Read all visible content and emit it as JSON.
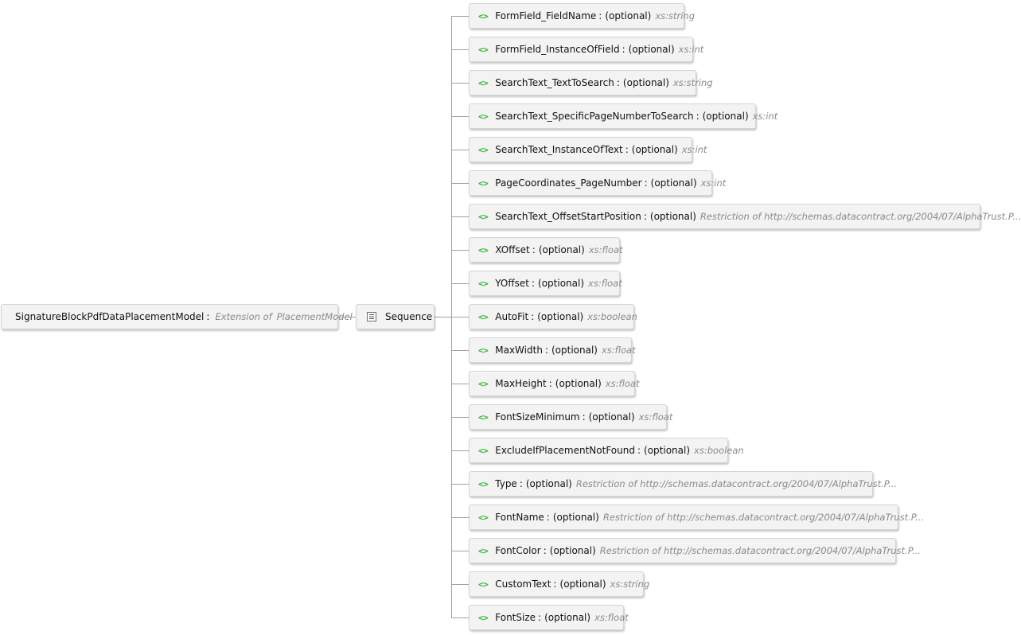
{
  "root": {
    "name": "SignatureBlockPdfDataPlacementModel",
    "separator": ":",
    "extension_label": "Extension of",
    "base": "PlacementModel",
    "icon": "complex-type-extension-icon"
  },
  "sequence": {
    "label": "Sequence",
    "icon": "sequence-icon"
  },
  "element_icon": "<>",
  "separator": ":",
  "elements": [
    {
      "name": "FormField_FieldName",
      "occurrence": "(optional)",
      "type": "xs:string"
    },
    {
      "name": "FormField_InstanceOfField",
      "occurrence": "(optional)",
      "type": "xs:int"
    },
    {
      "name": "SearchText_TextToSearch",
      "occurrence": "(optional)",
      "type": "xs:string"
    },
    {
      "name": "SearchText_SpecificPageNumberToSearch",
      "occurrence": "(optional)",
      "type": "xs:int"
    },
    {
      "name": "SearchText_InstanceOfText",
      "occurrence": "(optional)",
      "type": "xs:int"
    },
    {
      "name": "PageCoordinates_PageNumber",
      "occurrence": "(optional)",
      "type": "xs:int"
    },
    {
      "name": "SearchText_OffsetStartPosition",
      "occurrence": "(optional)",
      "type": "Restriction of http://schemas.datacontract.org/2004/07/AlphaTrust.P..."
    },
    {
      "name": "XOffset",
      "occurrence": "(optional)",
      "type": "xs:float"
    },
    {
      "name": "YOffset",
      "occurrence": "(optional)",
      "type": "xs:float"
    },
    {
      "name": "AutoFit",
      "occurrence": "(optional)",
      "type": "xs:boolean"
    },
    {
      "name": "MaxWidth",
      "occurrence": "(optional)",
      "type": "xs:float"
    },
    {
      "name": "MaxHeight",
      "occurrence": "(optional)",
      "type": "xs:float"
    },
    {
      "name": "FontSizeMinimum",
      "occurrence": "(optional)",
      "type": "xs:float"
    },
    {
      "name": "ExcludeIfPlacementNotFound",
      "occurrence": "(optional)",
      "type": "xs:boolean"
    },
    {
      "name": "Type",
      "occurrence": "(optional)",
      "type": "Restriction of http://schemas.datacontract.org/2004/07/AlphaTrust.P..."
    },
    {
      "name": "FontName",
      "occurrence": "(optional)",
      "type": "Restriction of http://schemas.datacontract.org/2004/07/AlphaTrust.P..."
    },
    {
      "name": "FontColor",
      "occurrence": "(optional)",
      "type": "Restriction of http://schemas.datacontract.org/2004/07/AlphaTrust.P..."
    },
    {
      "name": "CustomText",
      "occurrence": "(optional)",
      "type": "xs:string"
    },
    {
      "name": "FontSize",
      "occurrence": "(optional)",
      "type": "xs:float"
    }
  ],
  "colors": {
    "element_icon": "#2eb82e",
    "type_text": "#8a8a8a",
    "node_fill": "#f3f3f3",
    "connector": "#a0a0a0"
  }
}
